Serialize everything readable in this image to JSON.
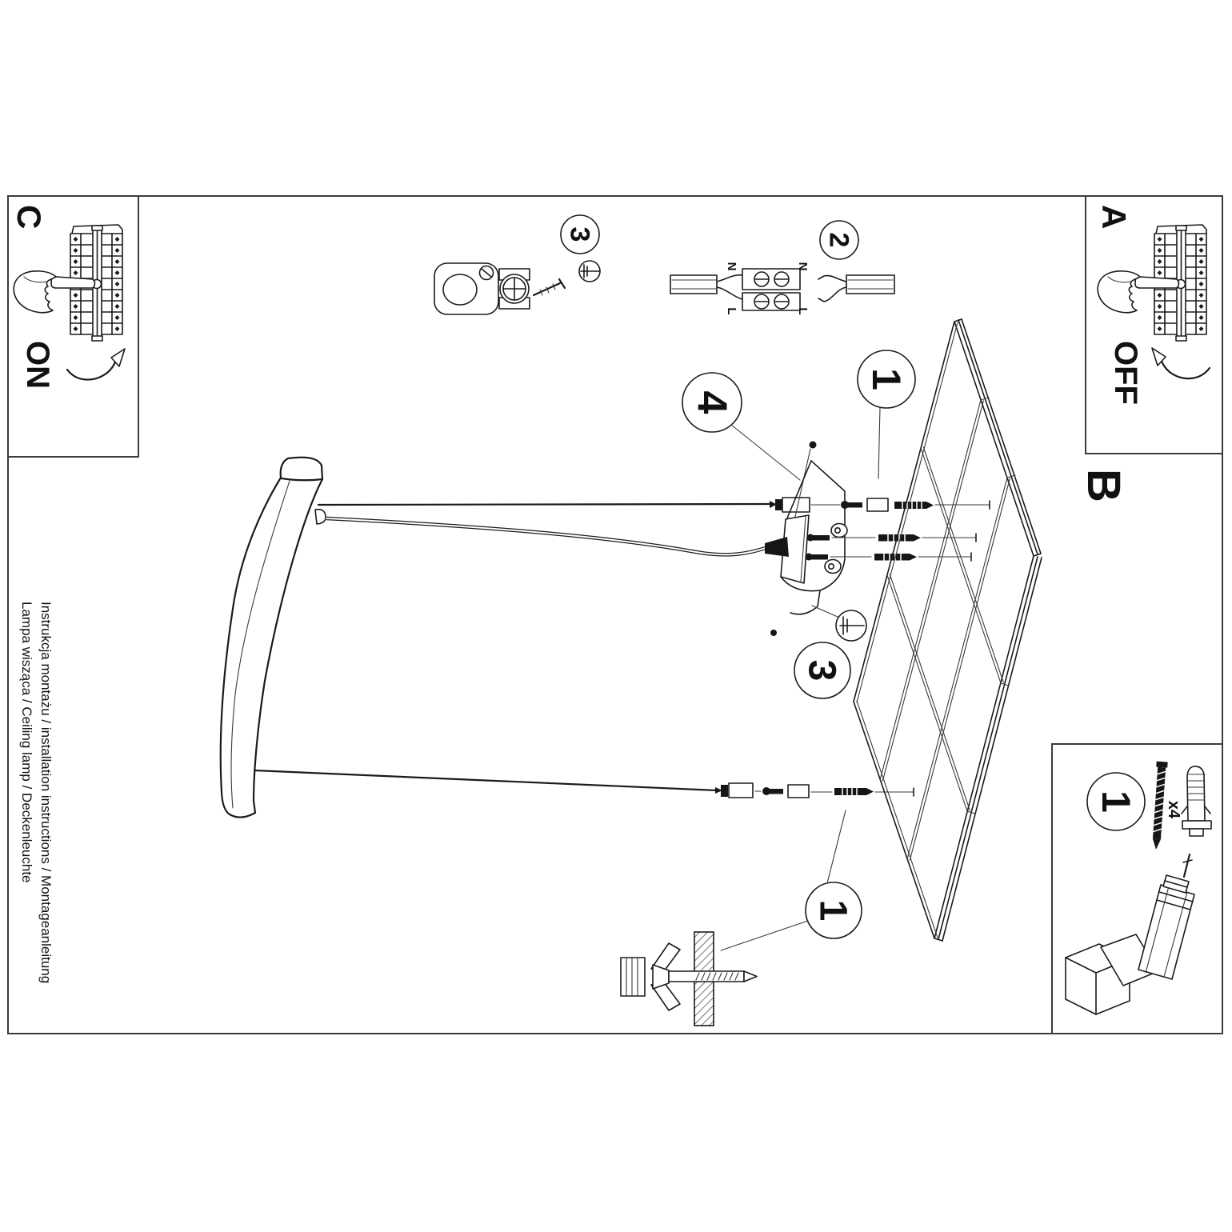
{
  "document": {
    "type": "ceiling-lamp installation instruction sheet",
    "background": "#ffffff",
    "line_color": "#1b1b1b"
  },
  "side_text": {
    "line1": "Instrukcja montażu / installation instructions / Montageanleitung",
    "line2": "Lampa wisząca / Ceiling lamp / Deckenleuchte"
  },
  "steps": {
    "a": {
      "label": "A",
      "action": "OFF"
    },
    "b": {
      "label": "B"
    },
    "c": {
      "label": "C",
      "action": "ON"
    }
  },
  "callouts": {
    "hook": {
      "number": "3"
    },
    "wiring": {
      "number": "2"
    },
    "bracket": {
      "number": "4"
    },
    "anchor_top": {
      "number": "1"
    },
    "screw_mid": {
      "number": "3"
    },
    "anchor_bottom": {
      "number": "1"
    },
    "parts": {
      "number": "1"
    }
  },
  "parts": {
    "qty": "x4"
  },
  "wiring": {
    "n_left": "N",
    "n_right": "N",
    "l_left": "L",
    "l_right": "L"
  },
  "icons": {
    "screwdriver": "flat-head screwdriver symbol",
    "pointing_hand": "hand pressing breaker switch",
    "breaker_panel": "fuse/breaker box",
    "drill": "cordless drill",
    "curved_arrow": "switch direction arrow"
  }
}
